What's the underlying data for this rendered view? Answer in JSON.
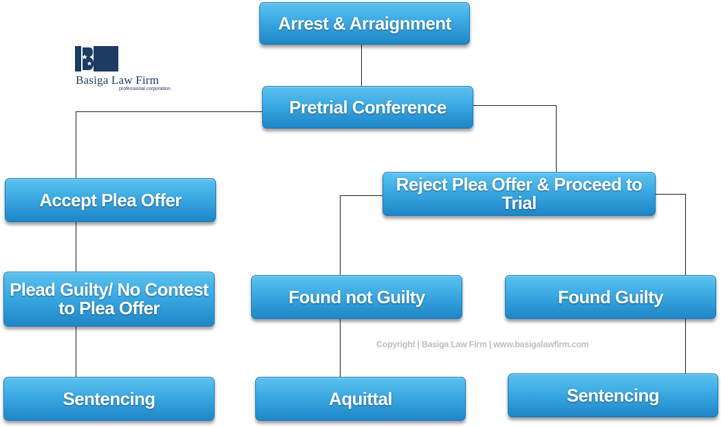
{
  "logo": {
    "name": "Basiga Law Firm",
    "tagline": "professional corporation",
    "brand_color": "#1c3c62"
  },
  "copyright": "Copyright | Basiga Law Firm | www.basigalawfirm.com",
  "colors": {
    "box_top": "#5cc2ef",
    "box_bottom": "#1f86c8",
    "box_text": "#ffffff",
    "connector": "#1a1a1a",
    "watermark": "#bfbfbf"
  },
  "flow": {
    "arrest": "Arrest & Arraignment",
    "pretrial": "Pretrial Conference",
    "accept": "Accept Plea Offer",
    "reject": "Reject Plea Offer & Proceed to Trial",
    "plead": "Plead Guilty/ No Contest\nto Plea Offer",
    "not_guilty": "Found not Guilty",
    "guilty": "Found Guilty",
    "sentencing_plea": "Sentencing",
    "aquittal": "Aquittal",
    "sentencing_trial": "Sentencing"
  }
}
